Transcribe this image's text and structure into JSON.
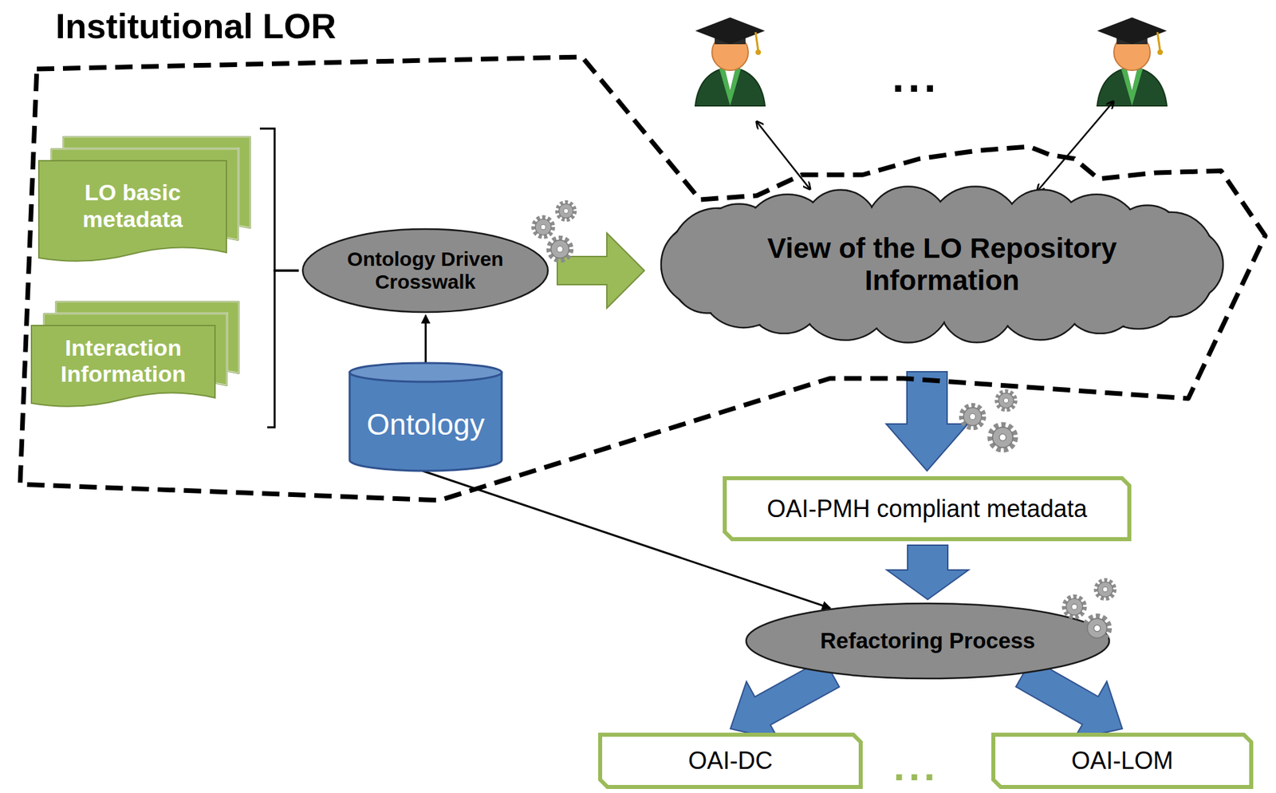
{
  "diagram": {
    "nodes": [
      {
        "text": [
          "Institutional LOR"
        ]
      },
      {
        "text": [
          "LO basic metadata"
        ],
        "in": 0
      },
      {
        "text": [
          "Interaction Information"
        ],
        "in": 0
      },
      {
        "text": [
          "Ontology Driven Crosswalk"
        ],
        "in": 0
      },
      {
        "text": [
          "Ontology"
        ],
        "in": 0
      },
      {
        "text": [
          "View of the LO Repository Information"
        ],
        "in": 0
      },
      {
        "text": [
          "OAI-PMH compliant metadata"
        ]
      },
      {
        "text": [
          "Refactoring Process"
        ]
      },
      {
        "text": [
          "OAI-DC"
        ]
      },
      {
        "text": [
          "OAI-LOM"
        ]
      }
    ],
    "edges": [
      {
        "from": 1,
        "to": 3,
        "arrow": "none"
      },
      {
        "from": 2,
        "to": 3,
        "arrow": "none"
      },
      {
        "from": 4,
        "to": 3,
        "arrow": "to"
      },
      {
        "from": 3,
        "to": 5,
        "arrow": "to"
      },
      {
        "from": 5,
        "to": 6,
        "arrow": "to"
      },
      {
        "from": 6,
        "to": 7,
        "arrow": "to"
      },
      {
        "from": 4,
        "to": 7,
        "arrow": "to"
      },
      {
        "from": 7,
        "to": 8,
        "arrow": "to"
      },
      {
        "from": 7,
        "to": 9,
        "arrow": "to"
      }
    ],
    "labels": [
      "...",
      "..."
    ]
  }
}
